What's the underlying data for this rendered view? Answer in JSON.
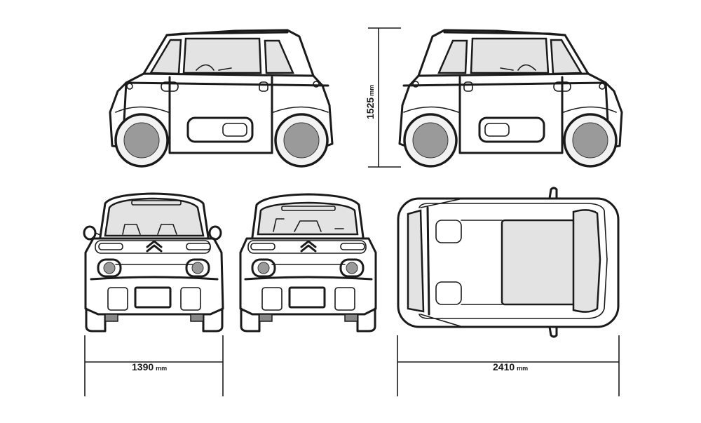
{
  "dimensions": {
    "height": {
      "value": "1525",
      "unit": "mm"
    },
    "width": {
      "value": "1390",
      "unit": "mm"
    },
    "length": {
      "value": "2410",
      "unit": "mm"
    }
  },
  "colors": {
    "line": "#1a1a1a",
    "glass": "#e3e3e3",
    "rim": "#9a9a9a",
    "background": "#ffffff"
  },
  "views": [
    "side-left",
    "side-right",
    "front",
    "rear",
    "top"
  ]
}
